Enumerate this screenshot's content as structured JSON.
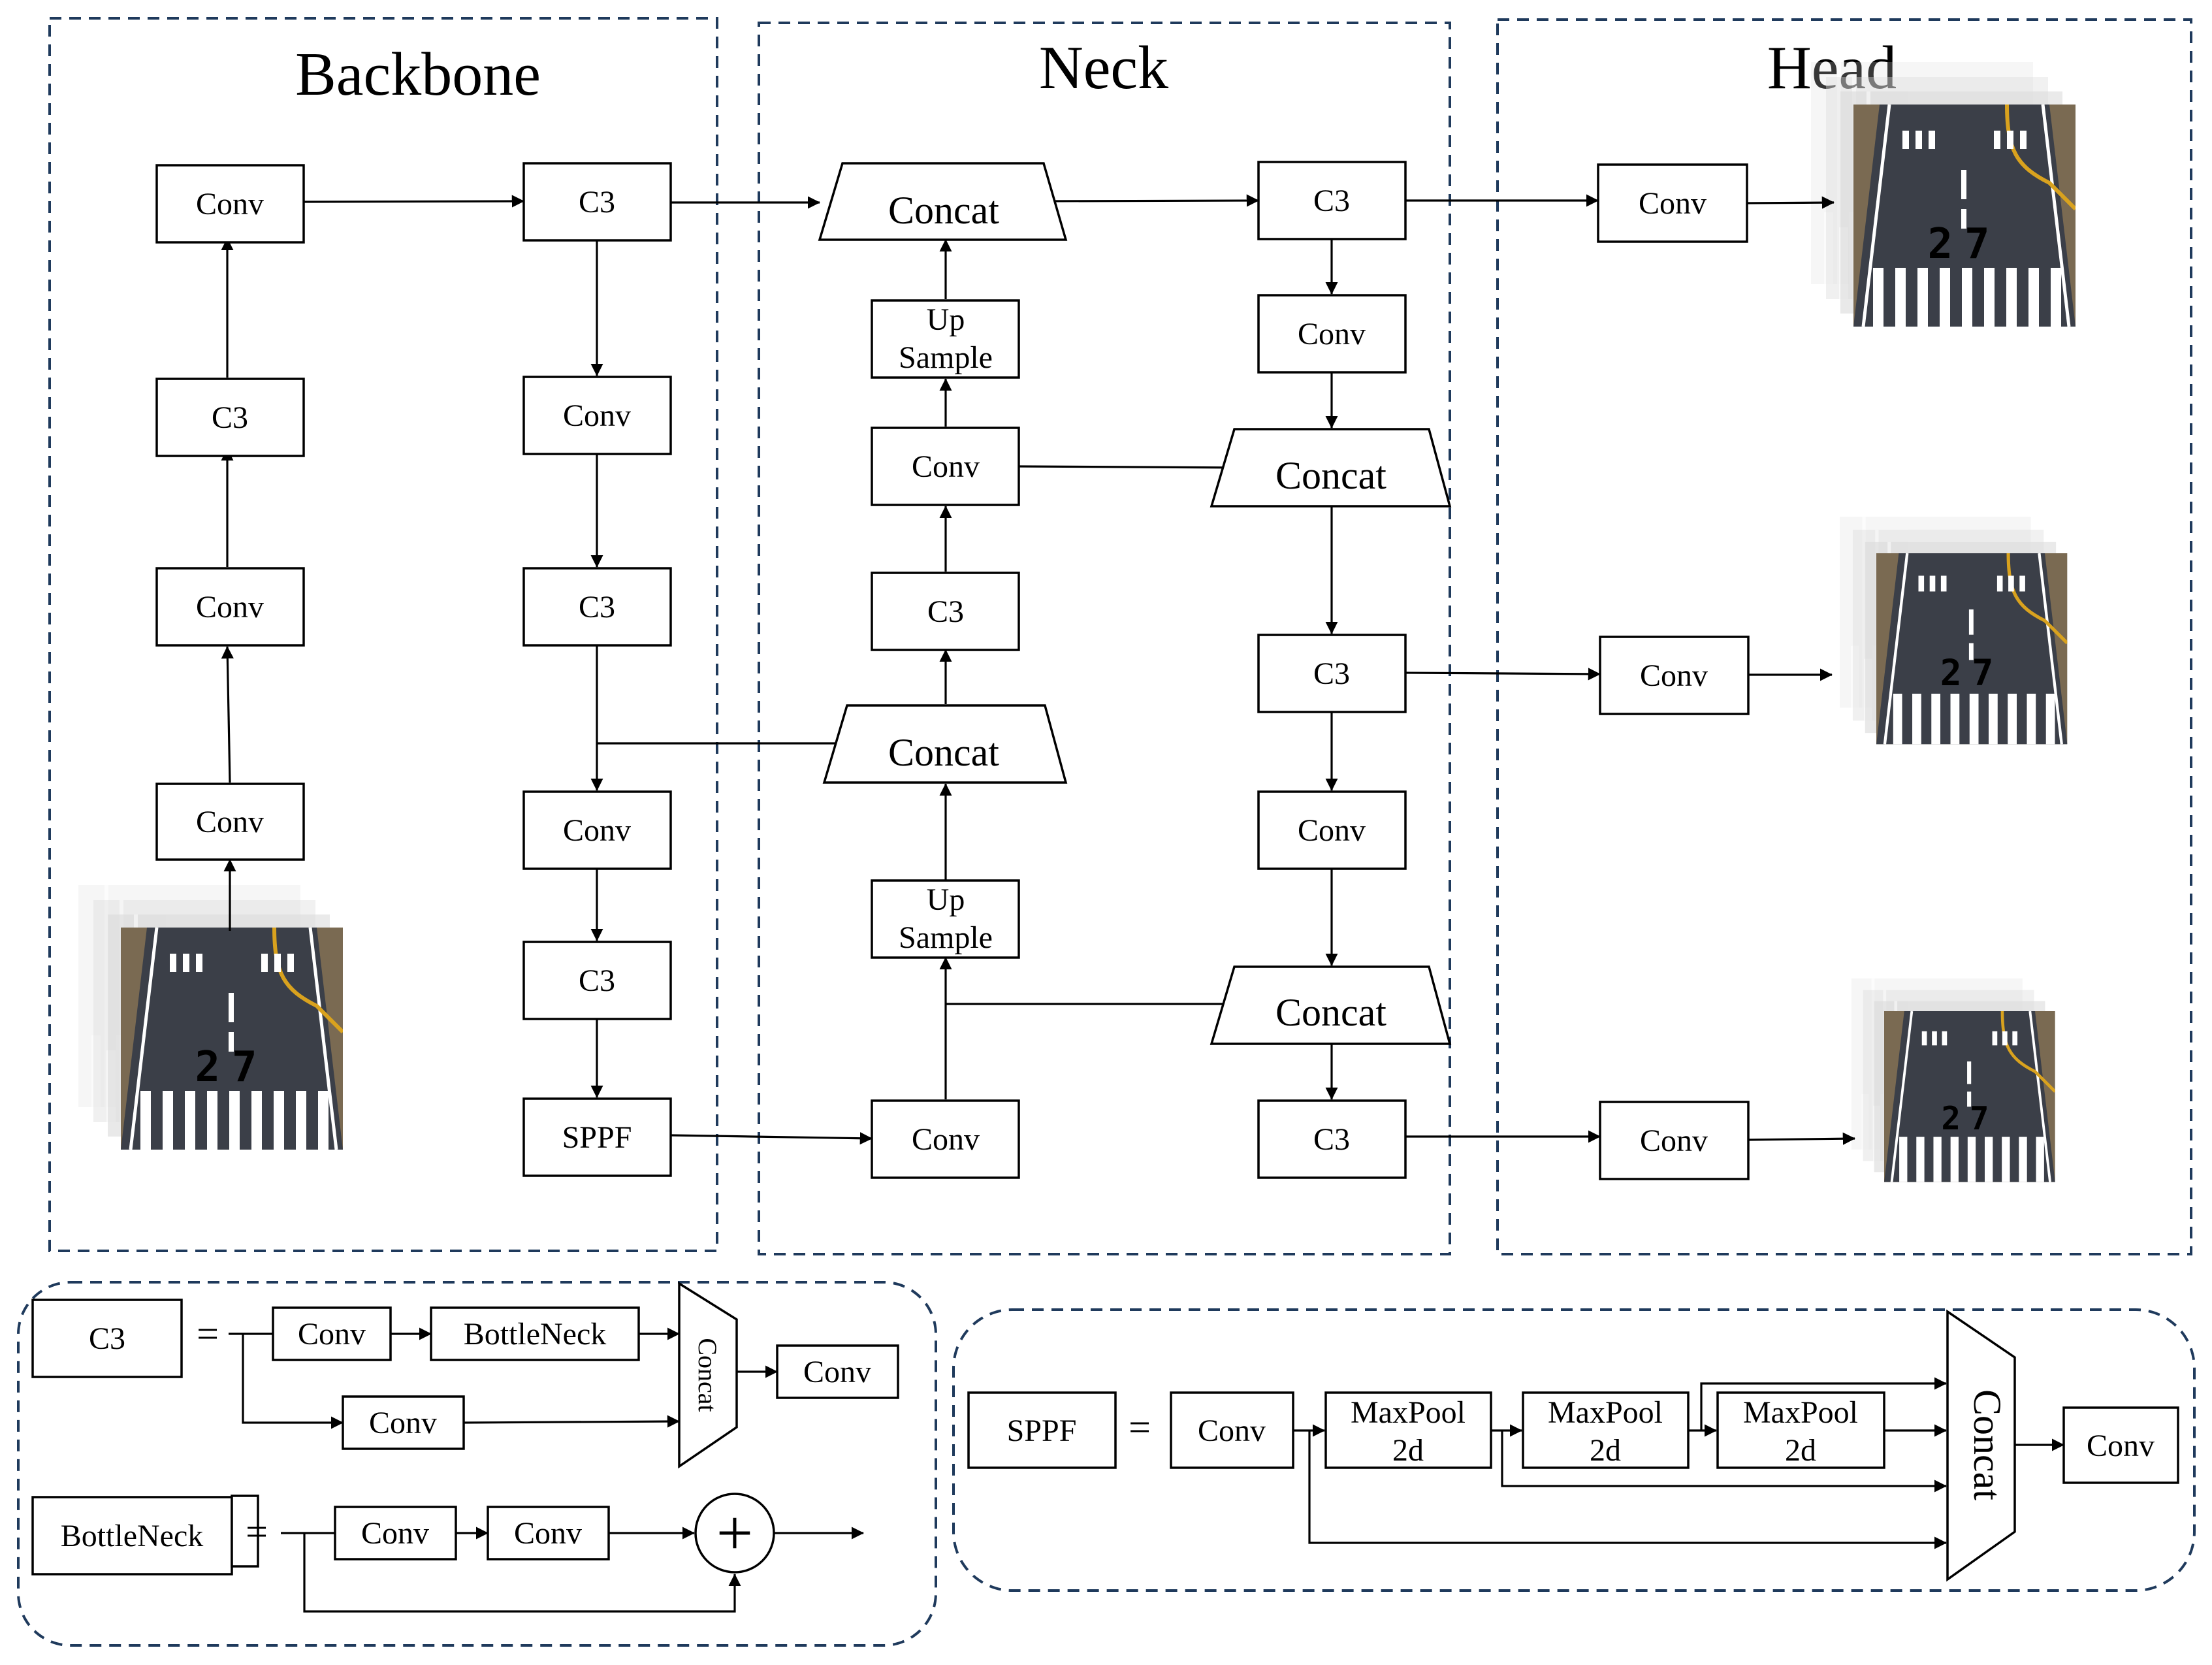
{
  "sections": {
    "backbone": "Backbone",
    "neck": "Neck",
    "head": "Head"
  },
  "labels": {
    "conv": "Conv",
    "c3": "C3",
    "sppf": "SPPF",
    "concat": "Concat",
    "up": "Up",
    "sample": "Sample",
    "bottleneck": "BottleNeck",
    "maxpool": "MaxPool",
    "twod": "2d",
    "equals": "=",
    "plus": "+"
  },
  "legend": {
    "c3_def": "C3",
    "bottleneck_def": "BottleNeck",
    "sppf_def": "SPPF"
  },
  "image": {
    "runway_number": "27"
  },
  "colors": {
    "border": "#1f3a5c",
    "stroke": "#000000",
    "asphalt": "#3b3f48",
    "grass": "#7a6a52",
    "marking": "#ffffff",
    "taxiline": "#d9a21e"
  }
}
